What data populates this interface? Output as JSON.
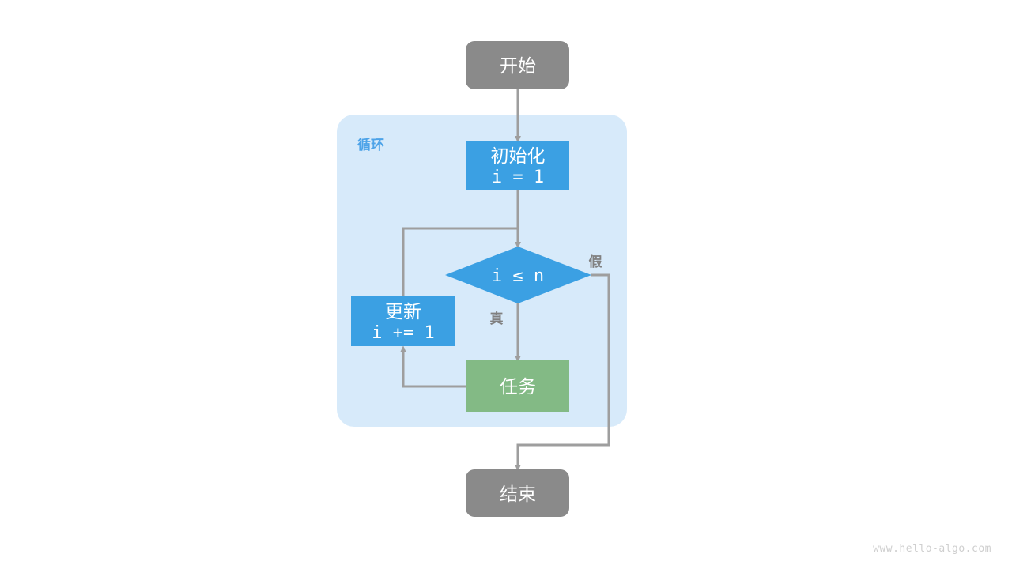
{
  "diagram": {
    "title": "for-loop-flowchart",
    "colors": {
      "start_end_fill": "#8a8a8a",
      "process_fill": "#3BA0E3",
      "task_fill": "#83ba85",
      "group_fill": "#d7eafa",
      "group_label_color": "#4DA3E8",
      "edge_color": "#9e9e9e",
      "edge_label_color": "#808080",
      "node_text_color": "#ffffff",
      "watermark_color": "#cfcfcf",
      "background": "#ffffff"
    },
    "group": {
      "label": "循环"
    },
    "nodes": {
      "start": {
        "label": "开始",
        "shape": "rounded-rect",
        "role": "terminator"
      },
      "init": {
        "label_line1": "初始化",
        "label_line2": "i = 1",
        "shape": "rect",
        "role": "process"
      },
      "condition": {
        "label": "i ≤ n",
        "shape": "diamond",
        "role": "decision"
      },
      "update": {
        "label_line1": "更新",
        "label_line2": "i += 1",
        "shape": "rect",
        "role": "process"
      },
      "task": {
        "label": "任务",
        "shape": "rect",
        "role": "process"
      },
      "end": {
        "label": "结束",
        "shape": "rounded-rect",
        "role": "terminator"
      }
    },
    "edges": {
      "true_label": "真",
      "false_label": "假"
    }
  },
  "watermark": {
    "text": "www.hello-algo.com"
  }
}
